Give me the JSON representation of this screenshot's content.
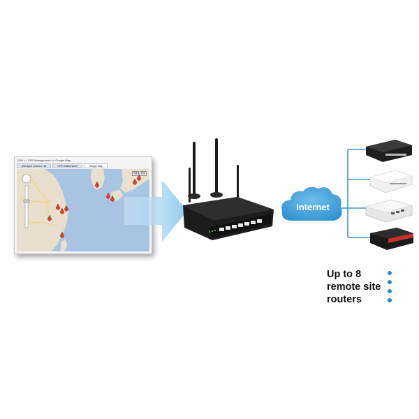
{
  "screenshot": {
    "breadcrumb": "CSM >> CPE Management >> Google Map",
    "tabs": [
      "Managed Devices List",
      "CPE Maintenance",
      "Google Map"
    ],
    "active_tab": 2,
    "map_buttons": [
      "地圖",
      "衛星"
    ]
  },
  "cloud": {
    "label": "Internet"
  },
  "caption": {
    "line1": "Up to 8",
    "line2": "remote site",
    "line3": "routers"
  },
  "colors": {
    "accent_blue": "#2b86c8",
    "cloud_blue": "#49a7de",
    "line_blue": "#3a93d2"
  },
  "icons": [
    "map-marker-icon",
    "router-icon",
    "cloud-icon",
    "arrow-icon"
  ]
}
